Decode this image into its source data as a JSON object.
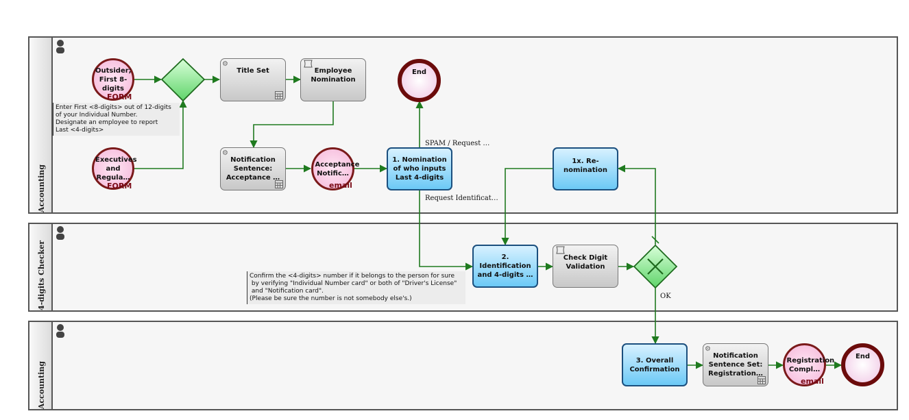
{
  "lanes": [
    {
      "label": "Accounting"
    },
    {
      "label": "4-digits Checker"
    },
    {
      "label": "Accounting"
    }
  ],
  "nodes": {
    "start_outsider": {
      "label": "Outsider; First 8-digits",
      "tag": "FORM"
    },
    "start_executives": {
      "label": "Executives and Regula…",
      "tag": "FORM"
    },
    "title_set": {
      "label": "Title Set"
    },
    "employee_nomination": {
      "label": "Employee Nomination"
    },
    "end_top": {
      "label": "End"
    },
    "notification_acceptance": {
      "label": "Notification Sentence: Acceptance …"
    },
    "acceptance_notific": {
      "label": "Acceptance Notific…",
      "tag": "email"
    },
    "nomination_last4": {
      "label": "1. Nomination of who inputs Last 4-digits"
    },
    "renomination": {
      "label": "1x. Re-nomination"
    },
    "identification": {
      "label": "2. Identification and 4-digits …"
    },
    "check_digit": {
      "label": "Check Digit Validation"
    },
    "overall_confirmation": {
      "label": "3. Overall Confirmation"
    },
    "notification_registration": {
      "label": "Notification Sentence Set: Registration…"
    },
    "registration_compl": {
      "label": "Registration Compl…",
      "tag": "email"
    },
    "end_bottom": {
      "label": "End"
    }
  },
  "notes": {
    "first_note": "Enter First <8-digits> out of 12-digits\nof your Individual Number.\nDesignate an employee to report\nLast <4-digits>",
    "checker_note": "Confirm the <4-digits> number if it belongs to the person for sure\n by verifying \"Individual Number card\" or both of \"Driver's License\"\n and \"Notification card\".\n(Please be sure the number is not somebody else's.)"
  },
  "edge_labels": {
    "spam": "SPAM / Request …",
    "request_identification": "Request Identificat…",
    "ok": "OK"
  },
  "colors": {
    "flow": "#1f7a1f",
    "task_blue": "#6cc9f6",
    "gateway_green": "#7ee08a",
    "event_border": "#7a1a1a"
  }
}
